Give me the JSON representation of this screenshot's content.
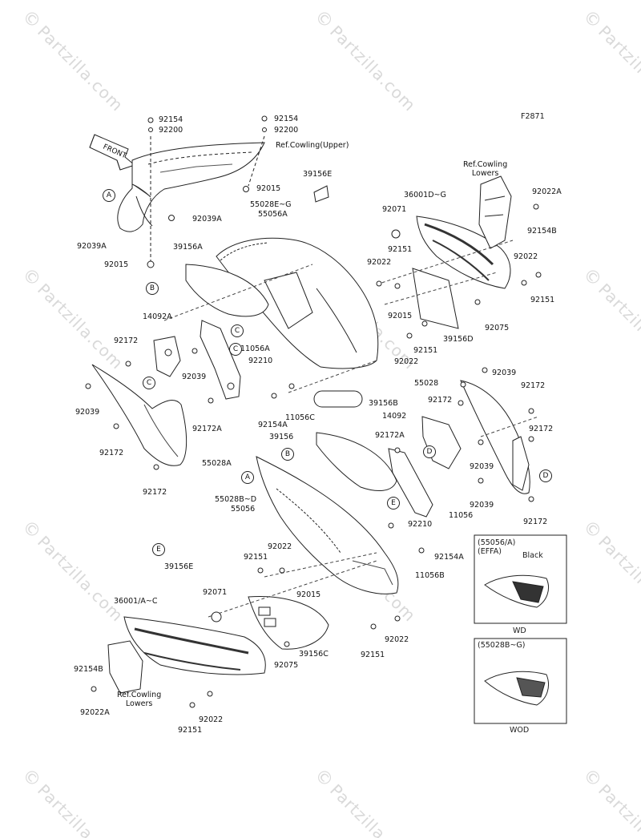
{
  "figure_code": "F2871",
  "watermark": {
    "text": "Partzilla.com",
    "symbol": "©"
  },
  "front_arrow": "FRONT",
  "callouts": {
    "A1": "A",
    "B1": "B",
    "C1": "C",
    "C2": "C",
    "C3": "C",
    "B2": "B",
    "A2": "A",
    "D1": "D",
    "D2": "D",
    "E1": "E",
    "E2": "E"
  },
  "labels": {
    "p92154_a": "92154",
    "p92200_a": "92200",
    "p92154_b": "92154",
    "p92200_b": "92200",
    "ref_cowling_upper": "Ref.Cowling(Upper)",
    "p92015_a": "92015",
    "p92039A_a": "92039A",
    "p92039A_b": "92039A",
    "p92015_b": "92015",
    "p39156E_a": "39156E",
    "p55028E_G": "55028E~G",
    "p55056A_a": "55056A",
    "p39156A": "39156A",
    "ref_cowling_lowers_a": "Ref.Cowling\nLowers",
    "p36001D_G": "36001D~G",
    "p92071_a": "92071",
    "p92022A_a": "92022A",
    "p92154B_a": "92154B",
    "p92022_a": "92022",
    "p92151_a": "92151",
    "p92022_b": "92022",
    "p92151_b": "92151",
    "p92015_c": "92015",
    "p92075_a": "92075",
    "p39156D": "39156D",
    "p92151_c": "92151",
    "p92022_c": "92022",
    "p14092A": "14092A",
    "p11056A": "11056A",
    "p92172_a": "92172",
    "p92039_a": "92039",
    "p92210_a": "92210",
    "p92039_b": "92039",
    "p92172A_a": "92172A",
    "p92154A_a": "92154A",
    "p11056C": "11056C",
    "p39156B": "39156B",
    "p55028": "55028",
    "p92039_c": "92039",
    "p92172_b": "92172",
    "p92172_c": "92172",
    "p92172_d": "92172",
    "p55028A": "55028A",
    "p92172_e": "92172",
    "p92172_f": "92172",
    "p14092": "14092",
    "p92172A_b": "92172A",
    "p39156": "39156",
    "p92039_d": "92039",
    "p92039_e": "92039",
    "p92172_g": "92172",
    "p55028B_D": "55028B~D",
    "p55056": "55056",
    "p11056": "11056",
    "p92210_b": "92210",
    "p92154A_b": "92154A",
    "p39156E_b": "39156E",
    "p92022_d": "92022",
    "p92151_d": "92151",
    "p11056B": "11056B",
    "p92015_d": "92015",
    "p92071_b": "92071",
    "p36001A_C": "36001/A~C",
    "p92154B_b": "92154B",
    "p92022A_b": "92022A",
    "ref_cowling_lowers_b": "Ref.Cowling\nLowers",
    "p92075_b": "92075",
    "p39156C": "39156C",
    "p92022_e": "92022",
    "p92151_e": "92151",
    "p92151_f": "92151",
    "p92022_f": "92022"
  },
  "variant_boxes": [
    {
      "header": "(55056/A)\n(EFFA)",
      "color_note": "Black",
      "code": "WD"
    },
    {
      "header": "(55028B~G)",
      "color_note": "",
      "code": "WOD"
    }
  ]
}
